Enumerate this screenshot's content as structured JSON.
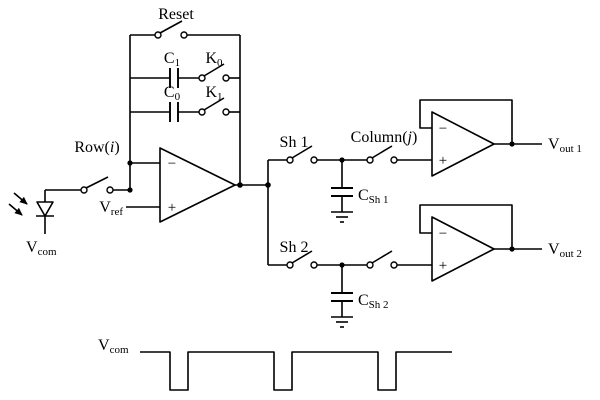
{
  "figure": {
    "colors": {
      "line": "#000000",
      "background": "#ffffff"
    },
    "labels": {
      "reset": "Reset",
      "cap1": {
        "base": "C",
        "sub": "1"
      },
      "switch_k0": {
        "base": "K",
        "sub": "0"
      },
      "cap0": {
        "base": "C",
        "sub": "0"
      },
      "switch_k1": {
        "base": "K",
        "sub": "1"
      },
      "row": {
        "pre": "Row(",
        "var": "i",
        "post": ")"
      },
      "column": {
        "pre": "Column(",
        "var": "j",
        "post": ")"
      },
      "v_ref": {
        "base": "V",
        "sub": "ref"
      },
      "v_com": {
        "base": "V",
        "sub": "com"
      },
      "sh1": "Sh 1",
      "sh2": "Sh 2",
      "c_sh1": {
        "base": "C",
        "sub": "Sh 1"
      },
      "c_sh2": {
        "base": "C",
        "sub": "Sh 2"
      },
      "v_out1": {
        "base": "V",
        "sub": "out 1"
      },
      "v_out2": {
        "base": "V",
        "sub": "out 2"
      },
      "wave_v_com": {
        "base": "V",
        "sub": "com"
      }
    },
    "opamp": {
      "minus": "−",
      "plus": "+"
    }
  }
}
